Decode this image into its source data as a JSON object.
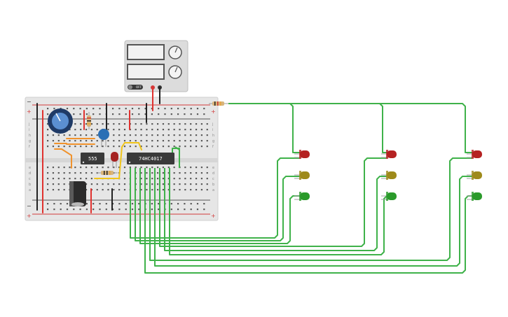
{
  "chips": {
    "timer_label": "555",
    "counter_label": "74HC4017"
  },
  "power_supply": {
    "switch_label": "OFF"
  },
  "breadboard": {
    "row_letters": [
      "a",
      "b",
      "c",
      "d",
      "e",
      "f",
      "g",
      "h",
      "i",
      "j"
    ],
    "rail_plus": "+",
    "rail_minus": "−"
  },
  "colors": {
    "wire_green": "#3fb24a",
    "wire_red": "#e0322f",
    "wire_orange": "#f0922c",
    "wire_yellow": "#f0c419",
    "wire_black": "#222222",
    "led_red": "#b52222",
    "led_yellow": "#9e8a1a",
    "led_green": "#2a9a2a",
    "board": "#e4e4e4"
  },
  "leds": [
    {
      "group": 1,
      "colors": [
        "red",
        "yellow",
        "green"
      ]
    },
    {
      "group": 2,
      "colors": [
        "red",
        "yellow",
        "green"
      ]
    },
    {
      "group": 3,
      "colors": [
        "red",
        "yellow",
        "green"
      ]
    }
  ]
}
